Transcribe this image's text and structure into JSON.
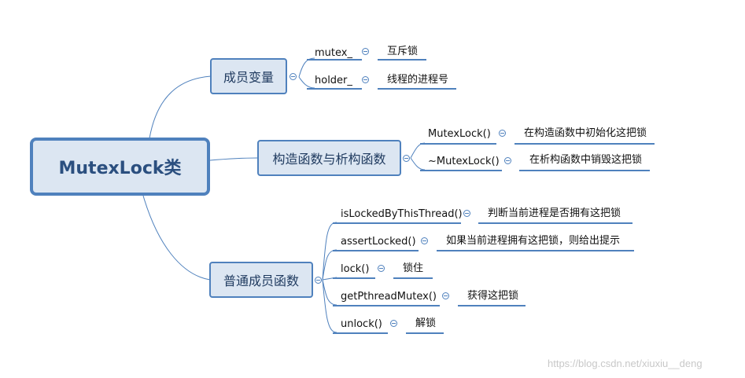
{
  "root": {
    "label": "MutexLock类"
  },
  "branches": [
    {
      "label": "成员变量",
      "items": [
        {
          "name": "mutex_",
          "desc": "互斥锁"
        },
        {
          "name": "holder_",
          "desc": "线程的进程号"
        }
      ]
    },
    {
      "label": "构造函数与析构函数",
      "items": [
        {
          "name": "MutexLock()",
          "desc": "在构造函数中初始化这把锁"
        },
        {
          "name": "~MutexLock()",
          "desc": "在析构函数中销毁这把锁"
        }
      ]
    },
    {
      "label": "普通成员函数",
      "items": [
        {
          "name": "isLockedByThisThread()",
          "desc": "判断当前进程是否拥有这把锁"
        },
        {
          "name": "assertLocked()",
          "desc": "如果当前进程拥有这把锁，则给出提示"
        },
        {
          "name": "lock()",
          "desc": "锁住"
        },
        {
          "name": "getPthreadMutex()",
          "desc": "获得这把锁"
        },
        {
          "name": "unlock()",
          "desc": "解锁"
        }
      ]
    }
  ],
  "watermark": "https://blog.csdn.net/xiuxiu__deng",
  "colors": {
    "line": "#4f81bd",
    "node_fill": "#dce6f2"
  }
}
